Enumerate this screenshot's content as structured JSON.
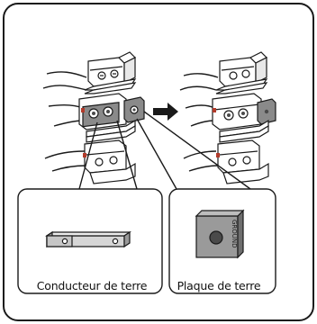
{
  "callouts": {
    "conductor_label": "Conducteur de terre",
    "plate_label": "Plaque de terre",
    "plate_engraving": "GROUND"
  },
  "icons": [
    "terminal-block-before",
    "arrow-right-icon",
    "terminal-block-after",
    "ground-conductor-part",
    "ground-plate-part"
  ],
  "colors": {
    "outline": "#1a1a1a",
    "panel_background": "#ffffff",
    "metal_gray": "#d6d6d6",
    "dark_gray": "#8a8a8a",
    "plate_gray": "#9a9a9a",
    "screw_dot": "#4a4a4a",
    "shadow_red": "#b23a2a"
  }
}
